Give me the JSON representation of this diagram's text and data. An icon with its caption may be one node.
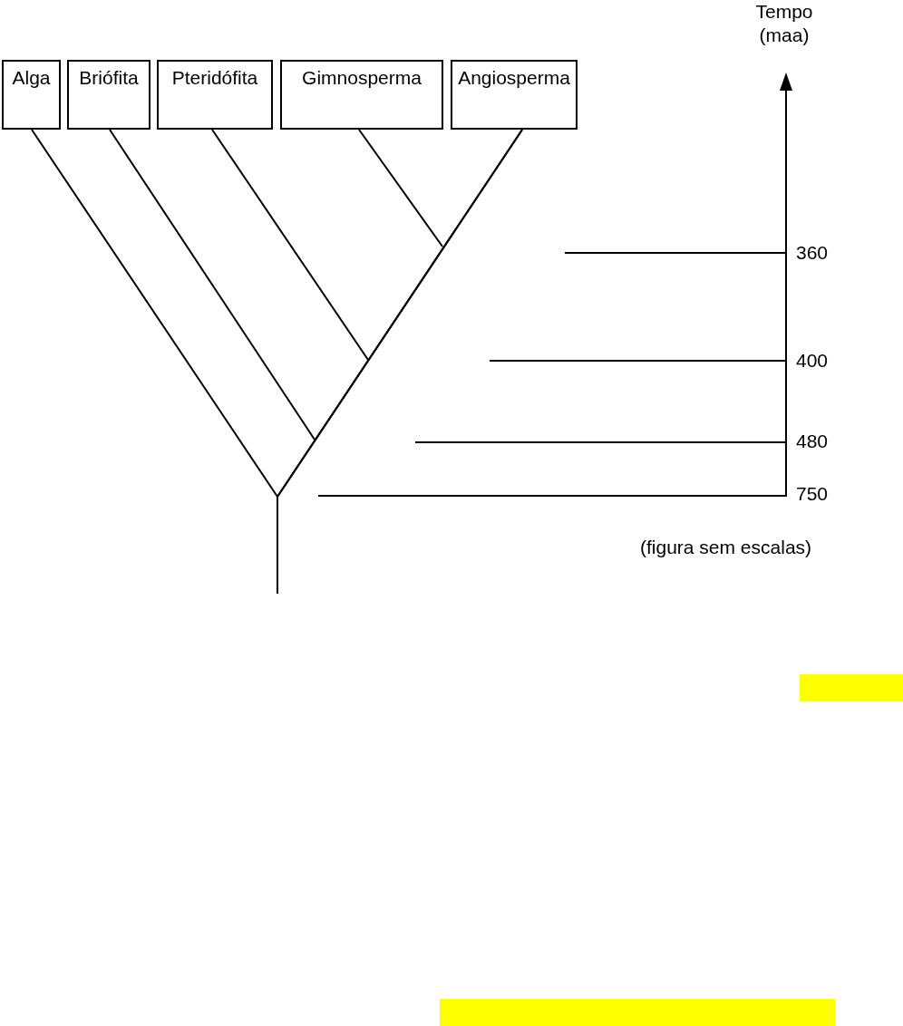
{
  "diagram": {
    "nodes": [
      {
        "text": [
          "Alga"
        ]
      },
      {
        "text": [
          "Briófita"
        ]
      },
      {
        "text": [
          "Pteridófita"
        ]
      },
      {
        "text": [
          "Gimnosperma"
        ]
      },
      {
        "text": [
          "Angiosperma"
        ]
      }
    ],
    "edges": [
      {
        "from": 0,
        "to": null,
        "arrow": "none"
      },
      {
        "from": 1,
        "to": null,
        "arrow": "none"
      },
      {
        "from": 2,
        "to": null,
        "arrow": "none"
      },
      {
        "from": 3,
        "to": null,
        "arrow": "none"
      },
      {
        "from": 4,
        "to": null,
        "arrow": "none"
      }
    ],
    "labels": [
      "Tempo (maa)",
      "360",
      "400",
      "480",
      "750",
      "(figura sem escalas)"
    ]
  }
}
